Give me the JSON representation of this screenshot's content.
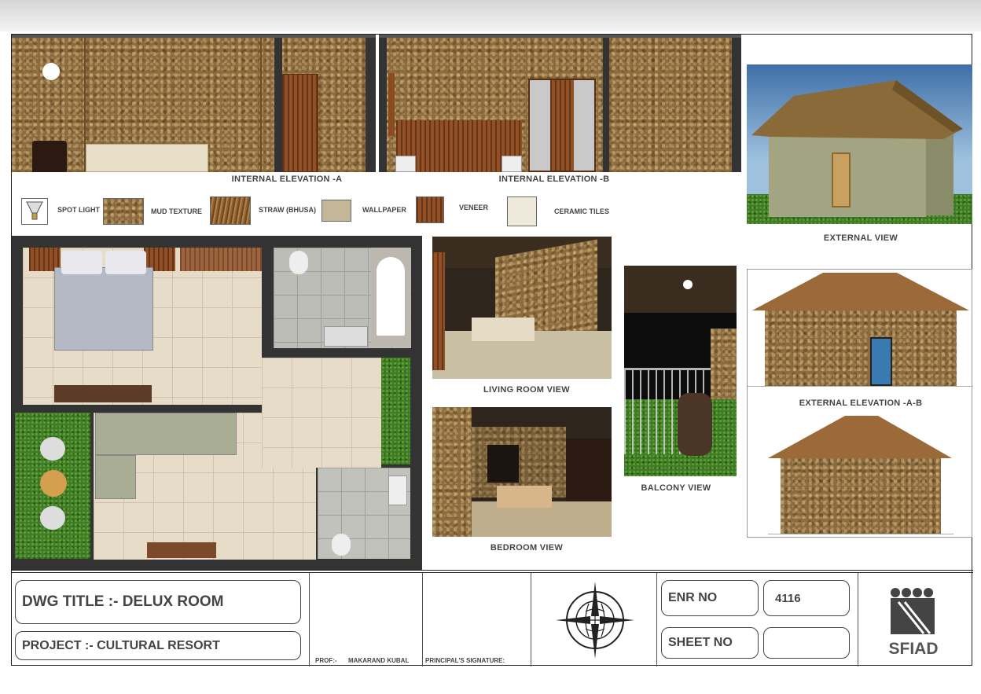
{
  "elevations": {
    "a_label": "INTERNAL ELEVATION -A",
    "b_label": "INTERNAL ELEVATION -B"
  },
  "legend": [
    {
      "label": "SPOT LIGHT",
      "icon": "spot-light-icon"
    },
    {
      "label": "MUD TEXTURE"
    },
    {
      "label": "STRAW (BHUSA)"
    },
    {
      "label": "WALLPAPER"
    },
    {
      "label": "VENEER"
    },
    {
      "label": "CERAMIC TILES"
    }
  ],
  "views": {
    "external": "EXTERNAL VIEW",
    "living_room": "LIVING ROOM VIEW",
    "bedroom": "BEDROOM VIEW",
    "balcony": "BALCONY VIEW",
    "external_elevation": "EXTERNAL ELEVATION -A-B"
  },
  "title_block": {
    "dwg_title": "DWG TITLE :- DELUX ROOM",
    "project": "PROJECT :-  CULTURAL RESORT",
    "prof_label": "PROF:-",
    "prof_name": "MAKARAND KUBAL",
    "principal_label": "PRINCIPAL'S SIGNATURE:",
    "enr_label": "ENR NO",
    "enr_value": "4116",
    "sheet_label": "SHEET NO",
    "sheet_value": "",
    "logo_text": "SFIAD"
  },
  "colors": {
    "mud": "#8c6b3e",
    "straw": "#9c6a38",
    "veneer": "#8a4a22",
    "wall": "#333333",
    "grass": "#3f7a25"
  }
}
